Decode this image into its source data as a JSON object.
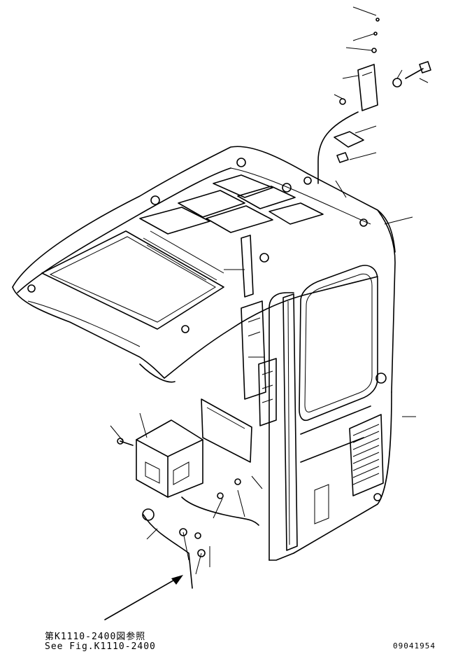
{
  "reference": {
    "jp": "第K1110-2400図参照",
    "en": "See Fig.K1110-2400"
  },
  "drawing_number": "09041954"
}
